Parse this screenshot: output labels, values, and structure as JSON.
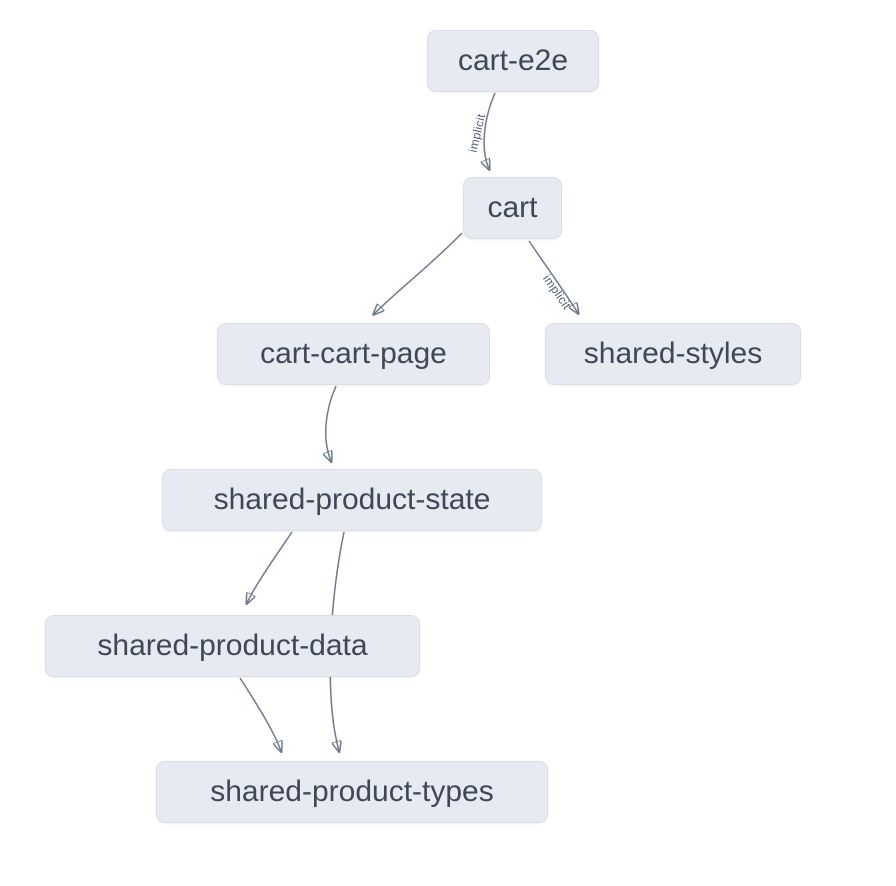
{
  "diagram": {
    "type": "dependency-graph",
    "background_color": "#ffffff",
    "node_fill_color": "#e7eaf0",
    "node_border_color": "#d9dee6",
    "node_text_color": "#3e4859",
    "edge_color": "#6f7a8b",
    "edge_label_color": "#525f74",
    "nodes": [
      {
        "id": "cart-e2e",
        "label": "cart-e2e"
      },
      {
        "id": "cart",
        "label": "cart"
      },
      {
        "id": "cart-cart-page",
        "label": "cart-cart-page"
      },
      {
        "id": "shared-styles",
        "label": "shared-styles"
      },
      {
        "id": "shared-product-state",
        "label": "shared-product-state"
      },
      {
        "id": "shared-product-data",
        "label": "shared-product-data"
      },
      {
        "id": "shared-product-types",
        "label": "shared-product-types"
      }
    ],
    "edges": [
      {
        "from": "cart-e2e",
        "to": "cart",
        "label": "implicit"
      },
      {
        "from": "cart",
        "to": "cart-cart-page",
        "label": ""
      },
      {
        "from": "cart",
        "to": "shared-styles",
        "label": "implicit"
      },
      {
        "from": "cart-cart-page",
        "to": "shared-product-state",
        "label": ""
      },
      {
        "from": "shared-product-state",
        "to": "shared-product-data",
        "label": ""
      },
      {
        "from": "shared-product-state",
        "to": "shared-product-types",
        "label": ""
      },
      {
        "from": "shared-product-data",
        "to": "shared-product-types",
        "label": ""
      }
    ]
  }
}
